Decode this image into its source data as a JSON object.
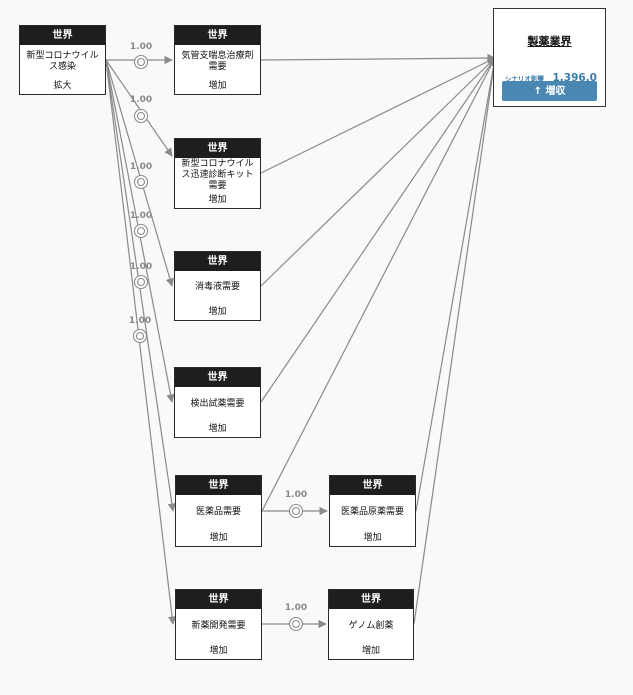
{
  "colors": {
    "edge": "#8a8a8a",
    "node_header": "#1e1e1e",
    "accent": "#4a87b3",
    "score": "#3a7aa8"
  },
  "source": {
    "header": "世界",
    "body": "新型コロナウイルス感染",
    "footer": "拡大"
  },
  "nodes": [
    {
      "header": "世界",
      "body": "気管支喘息治療剤需要",
      "footer": "増加"
    },
    {
      "header": "世界",
      "body": "新型コロナウイルス迅速診断キット需要",
      "footer": "増加"
    },
    {
      "header": "世界",
      "body": "消毒液需要",
      "footer": "増加"
    },
    {
      "header": "世界",
      "body": "検出試薬需要",
      "footer": "増加"
    },
    {
      "header": "世界",
      "body": "医薬品需要",
      "footer": "増加"
    },
    {
      "header": "世界",
      "body": "新薬開発需要",
      "footer": "増加"
    },
    {
      "header": "世界",
      "body": "医薬品原薬需要",
      "footer": "増加"
    },
    {
      "header": "世界",
      "body": "ゲノム創薬",
      "footer": "増加"
    }
  ],
  "edge_labels": [
    "1.00",
    "1.00",
    "1.00",
    "1.00",
    "1.00",
    "1.00",
    "1.00",
    "1.00"
  ],
  "result": {
    "title": "製薬業界",
    "score_label": "シナリオ影響",
    "score_value": "1,396.0",
    "button_arrow": "↑",
    "button_label": "増収"
  }
}
